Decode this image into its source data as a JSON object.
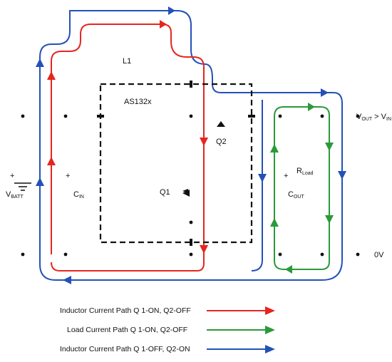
{
  "labels": {
    "l1": "L1",
    "ic": "AS132x",
    "q1": "Q1",
    "q2": "Q2",
    "vbatt_main": "V",
    "vbatt_sub": "BATT",
    "cin_main": "C",
    "cin_sub": "IN",
    "rload_main": "R",
    "rload_sub": "Load",
    "cout_main": "C",
    "cout_sub": "OUT",
    "vout_main": "V",
    "vout_sub": "OUT",
    "vout_rel": " > V",
    "vin_sub": "IN",
    "zero_v": "0V",
    "plus_batt": "+",
    "plus_cin": "+",
    "plus_cout": "+"
  },
  "legend": [
    {
      "text": "Inductor Current Path Q  1-ON, Q2-OFF",
      "color": "#e5261f"
    },
    {
      "text": "Load Current Path Q  1-ON, Q2-OFF",
      "color": "#2a9a3a"
    },
    {
      "text": "Inductor Current Path Q  1-OFF, Q2-ON",
      "color": "#2451b8"
    }
  ],
  "colors": {
    "red": "#e5261f",
    "green": "#2a9a3a",
    "blue": "#2451b8"
  }
}
